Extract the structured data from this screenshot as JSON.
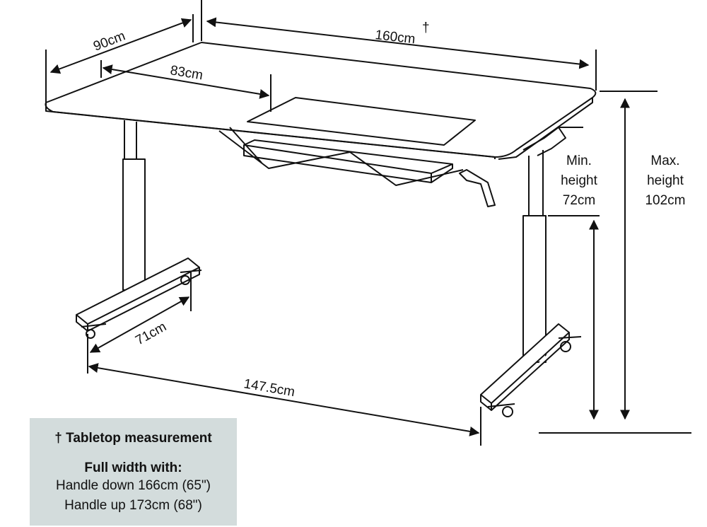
{
  "dimensions": {
    "depth": "90cm",
    "width": "160cm",
    "dagger": "†",
    "cutout_offset": "83cm",
    "foot_length": "71cm",
    "foot_span": "147.5cm",
    "min_height": {
      "label_1": "Min.",
      "label_2": "height",
      "value": "72cm"
    },
    "max_height": {
      "label_1": "Max.",
      "label_2": "height",
      "value": "102cm"
    }
  },
  "info_box": {
    "title": "† Tabletop measurement",
    "subtitle": "Full width with:",
    "lines": [
      "Handle down 166cm (65\")",
      "Handle up 173cm (68\")"
    ]
  },
  "colors": {
    "line": "#111111",
    "info_bg": "#d3dcdc"
  }
}
